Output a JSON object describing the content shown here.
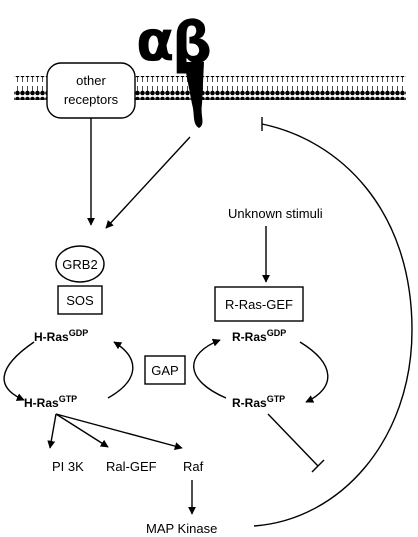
{
  "integrin": {
    "alpha": "α",
    "beta": "β"
  },
  "other_receptors": {
    "line1": "other",
    "line2": "receptors"
  },
  "grb2": "GRB2",
  "sos": "SOS",
  "unknown_stimuli": "Unknown stimuli",
  "r_ras_gef": "R-Ras-GEF",
  "gap": "GAP",
  "h_ras_gdp": {
    "base": "H-Ras",
    "sup": "GDP"
  },
  "h_ras_gtp": {
    "base": "H-Ras",
    "sup": "GTP"
  },
  "r_ras_gdp": {
    "base": "R-Ras",
    "sup": "GDP"
  },
  "r_ras_gtp": {
    "base": "R-Ras",
    "sup": "GTP"
  },
  "effectors": {
    "pi3k": "PI 3K",
    "ral_gef": "Ral-GEF",
    "raf": "Raf"
  },
  "map_kinase": "MAP  Kinase"
}
